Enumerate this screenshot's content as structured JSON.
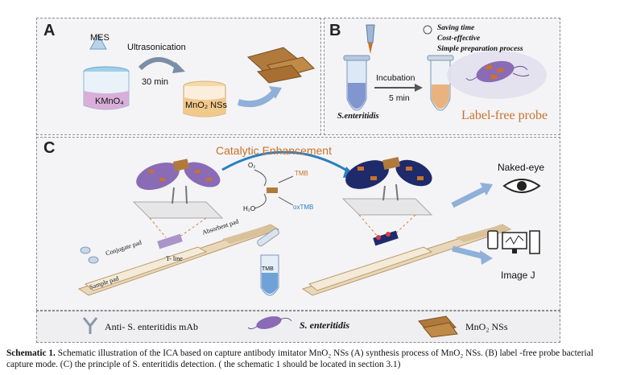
{
  "panel_a": {
    "label": "A",
    "reagent_top": "MES",
    "process": "Ultrasonication",
    "time": "30 min",
    "beaker_left": "KMnO₄",
    "beaker_right": "MnO₂ NSs"
  },
  "panel_b": {
    "label": "B",
    "benefits": [
      "Saving time",
      "Cost-effective",
      "Simple preparation process"
    ],
    "incubation": "Incubation",
    "time": "5 min",
    "bacteria": "S.enteritidis",
    "probe": "Label-free probe"
  },
  "panel_c": {
    "label": "C",
    "enhancement": "Catalytic Enhancement",
    "o2": "O₂",
    "h2o": "H₂O",
    "tmb": "TMB",
    "oxtmb": "oxTMB",
    "tube_tmb": "TMB",
    "conjugate_pad": "Conjugate pad",
    "sample_pad": "Sample pad",
    "t_line": "T- line",
    "absorbent_pad": "Absorbent pad",
    "naked_eye": "Naked-eye",
    "image_j": "Image J"
  },
  "legend": {
    "antibody": "Anti- S. enteritidis mAb",
    "bacteria": "S. enteritidis",
    "nanosheets": "MnO₂ NSs"
  },
  "caption": {
    "label": "Schematic 1.",
    "text": "Schematic illustration of the ICA based on capture antibody imitator MnO₂ NSs (A) synthesis process of MnO₂ NSs. (B) label -free probe bacterial capture mode. (C) the principle of S. enteritidis detection. ( the schematic 1 should be located in section 3.1)"
  },
  "colors": {
    "accent_orange": "#c8722a",
    "arrow_blue": "#2a7fbf",
    "bacteria_purple": "#8a6bb5",
    "bacteria_dark": "#1f2a6b",
    "sheet_brown": "#b07a3c"
  }
}
